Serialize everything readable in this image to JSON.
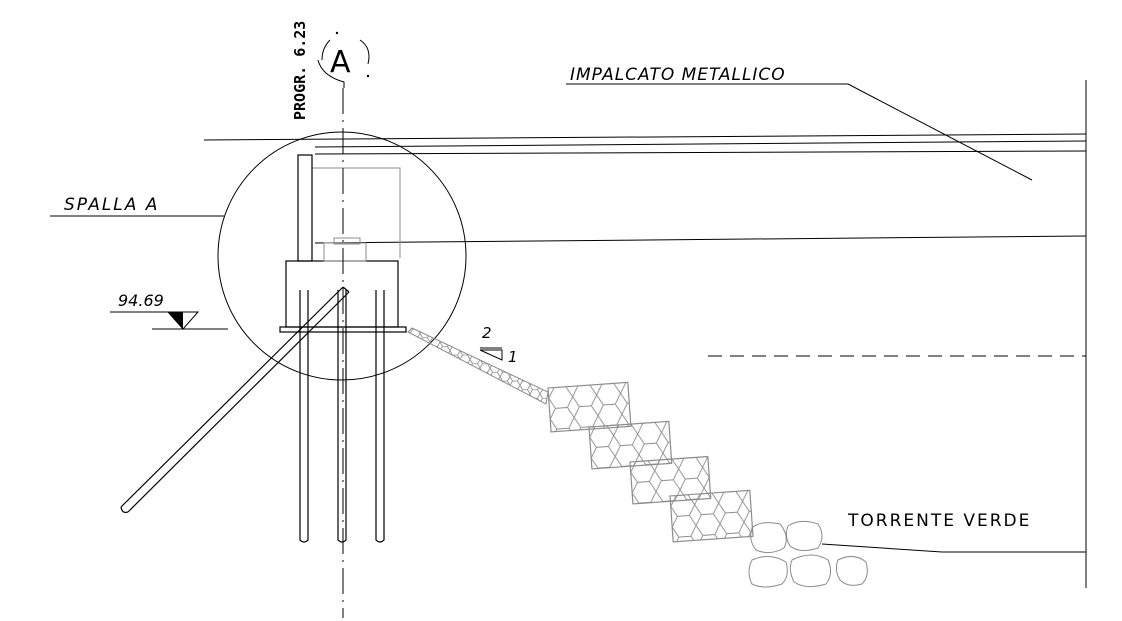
{
  "labels": {
    "section_marker": "A",
    "progressive": "PROGR. 6.23",
    "deck": "IMPALCATO METALLICO",
    "abutment": "SPALLA A",
    "elevation": "94.69",
    "slope_top": "2",
    "slope_bottom": "1",
    "stream": "TORRENTE VERDE"
  }
}
